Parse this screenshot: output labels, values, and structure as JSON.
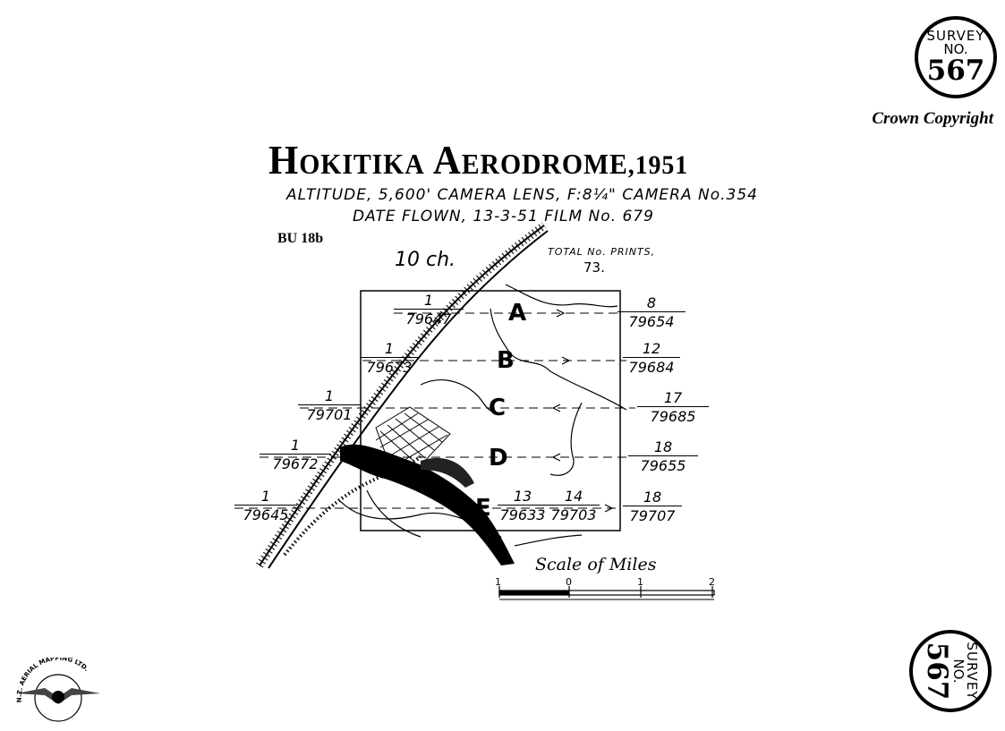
{
  "stamp": {
    "line1": "SURVEY",
    "line2": "NO.",
    "number": "567"
  },
  "copyright": "Crown Copyright",
  "title": {
    "main": "Hokitika Aerodrome",
    "year": ",1951"
  },
  "details": {
    "line1": "ALTITUDE, 5,600' CAMERA LENS, F:8¼\" CAMERA No.354",
    "line2": "DATE FLOWN, 13-3-51 FILM No. 679"
  },
  "reference": "BU 18b",
  "chain_note": "10 ch.",
  "total_prints": {
    "label": "TOTAL No. PRINTS,",
    "value": "73."
  },
  "strips": [
    {
      "letter": "A",
      "start": {
        "num": "1",
        "frame": "79647"
      },
      "end": {
        "num": "8",
        "frame": "79654"
      }
    },
    {
      "letter": "B",
      "start": {
        "num": "1",
        "frame": "79673"
      },
      "end": {
        "num": "12",
        "frame": "79684"
      }
    },
    {
      "letter": "C",
      "start": {
        "num": "1",
        "frame": "79701"
      },
      "end": {
        "num": "17",
        "frame": "79685"
      }
    },
    {
      "letter": "D",
      "start": {
        "num": "1",
        "frame": "79672"
      },
      "end": {
        "num": "18",
        "frame": "79655"
      }
    },
    {
      "letter": "E",
      "start": {
        "num": "1",
        "frame": "79645"
      },
      "mid1": {
        "num": "13",
        "frame": "79633"
      },
      "mid2": {
        "num": "14",
        "frame": "79703"
      },
      "end": {
        "num": "18",
        "frame": "79707"
      }
    }
  ],
  "scale": {
    "title": "Scale of Miles",
    "ticks": [
      "1",
      "0",
      "1",
      "2"
    ]
  },
  "logo": {
    "text": "N.Z. AERIAL MAPPING LTD."
  },
  "colors": {
    "ink": "#000000",
    "paper": "#ffffff"
  }
}
